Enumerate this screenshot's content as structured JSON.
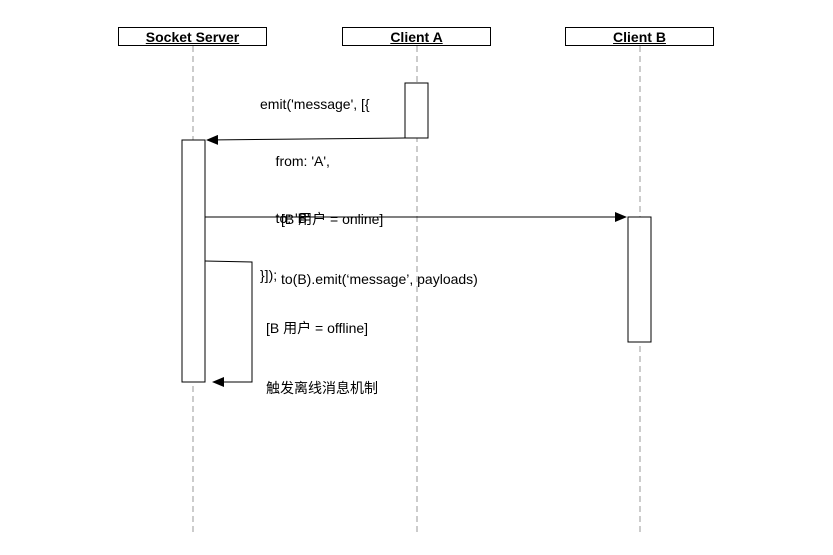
{
  "participants": {
    "server": "Socket Server",
    "client_a": "Client A",
    "client_b": "Client B"
  },
  "messages": {
    "client_a_emit": {
      "line1": "emit('message', [{",
      "line2": "    from: 'A',",
      "line3": "    to: 'B'",
      "line4": "}]);"
    },
    "online_branch": {
      "condition": "[B 用户 = online]",
      "action": "to(B).emit(‘message’, payloads)"
    },
    "offline_branch": {
      "condition": "[B 用户 = offline]",
      "action": "触发离线消息机制"
    }
  }
}
